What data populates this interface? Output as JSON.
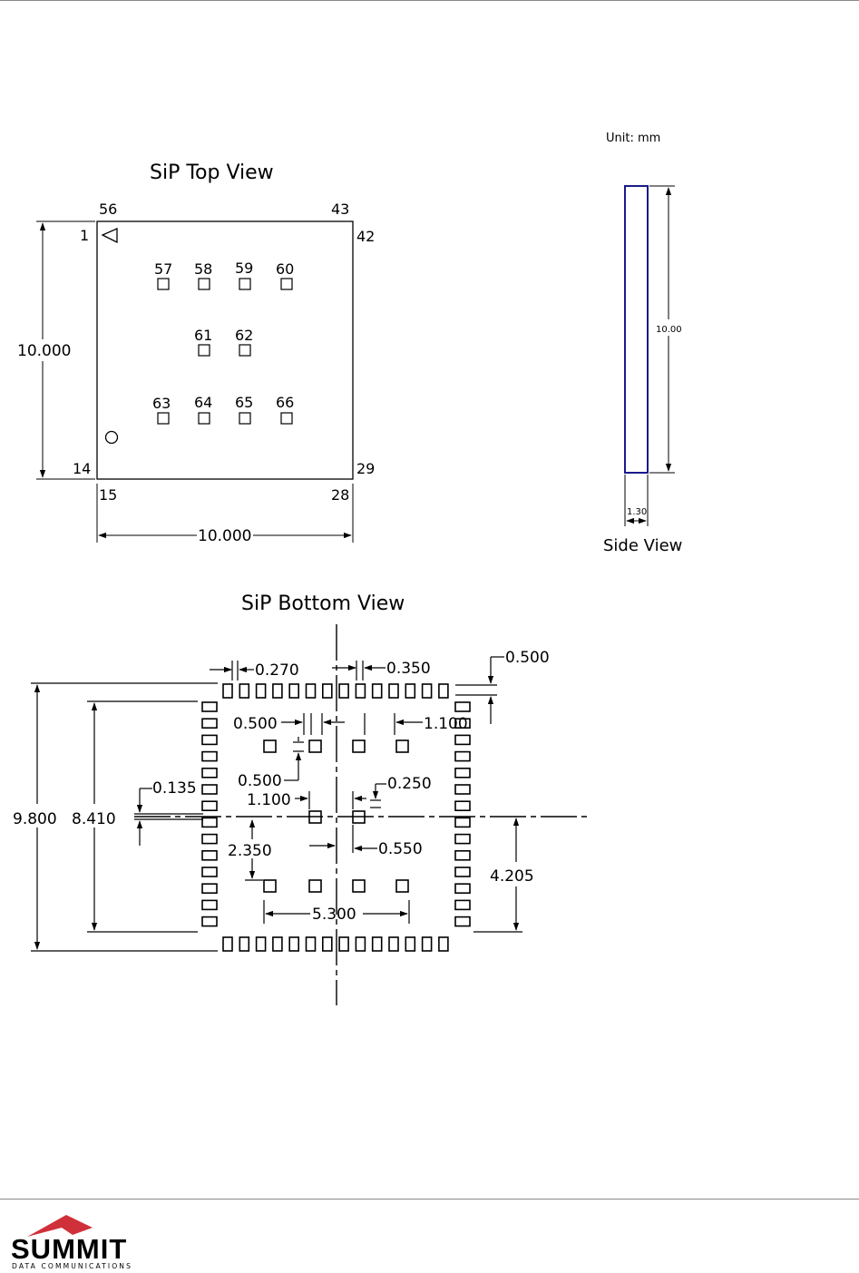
{
  "unit_label": "Unit: mm",
  "top_view": {
    "title": "SiP Top View",
    "corner_pins": [
      "56",
      "43",
      "1",
      "42",
      "14",
      "29",
      "15",
      "28"
    ],
    "center_pins": [
      "57",
      "58",
      "59",
      "60",
      "61",
      "62",
      "63",
      "64",
      "65",
      "66"
    ],
    "height_dim": "10.000",
    "width_dim": "10.000"
  },
  "side_view": {
    "title": "Side View",
    "length_dim": "10.00",
    "thickness_dim": "1.30"
  },
  "bottom_view": {
    "title": "SiP Bottom View",
    "dims": {
      "d0270": "0.270",
      "d0350": "0.350",
      "d0500_top": "0.500",
      "d0500_a": "0.500",
      "d1100_a": "1.100",
      "d0500_b": "0.500",
      "d0135": "0.135",
      "d0250": "0.250",
      "d1100_b": "1.100",
      "d9800": "9.800",
      "d8410": "8.410",
      "d2350": "2.350",
      "d0550": "0.550",
      "d4205": "4.205",
      "d5300": "5.300"
    }
  },
  "footer": {
    "logo_name": "SUMMIT",
    "logo_tagline": "DATA COMMUNICATIONS",
    "logo_color": "#d0303a"
  }
}
